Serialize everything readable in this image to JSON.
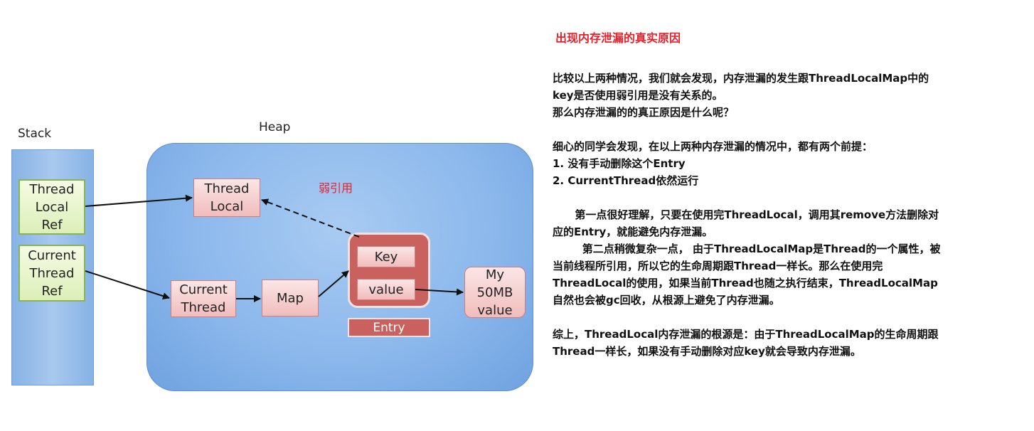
{
  "diagram": {
    "stack_label": "Stack",
    "heap_label": "Heap",
    "stack_items": [
      "Thread\nLocal\nRef",
      "Current\nThread\nRef"
    ],
    "heap_nodes": {
      "thread_local": "Thread\nLocal",
      "current_thread": "Current\nThread",
      "map": "Map",
      "key": "Key",
      "value": "value",
      "my_value": "My\n50MB\nvalue",
      "entry": "Entry"
    },
    "weak_ref_label": "弱引用"
  },
  "article": {
    "title": "出现内存泄漏的真实原因",
    "paragraphs": [
      "比较以上两种情况，我们就会发现，内存泄漏的发生跟ThreadLocalMap中的\nkey是否使用弱引用是没有关系的。\n那么内存泄漏的的真正原因是什么呢？",
      "细心的同学会发现，在以上两种内存泄漏的情况中，都有两个前提：\n1. 没有手动删除这个Entry\n2. CurrentThread依然运行",
      "      第一点很好理解，只要在使用完ThreadLocal，调用其remove方法删除对\n应的Entry，就能避免内存泄漏。\n        第二点稍微复杂一点， 由于ThreadLocalMap是Thread的一个属性，被\n当前线程所引用，所以它的生命周期跟Thread一样长。那么在使用完\nThreadLocal的使用，如果当前Thread也随之执行结束，ThreadLocalMap\n自然也会被gc回收，从根源上避免了内存泄漏。",
      "综上，ThreadLocal内存泄漏的根源是：由于ThreadLocalMap的生命周期跟\nThread一样长，如果没有手动删除对应key就会导致内存泄漏。"
    ]
  }
}
